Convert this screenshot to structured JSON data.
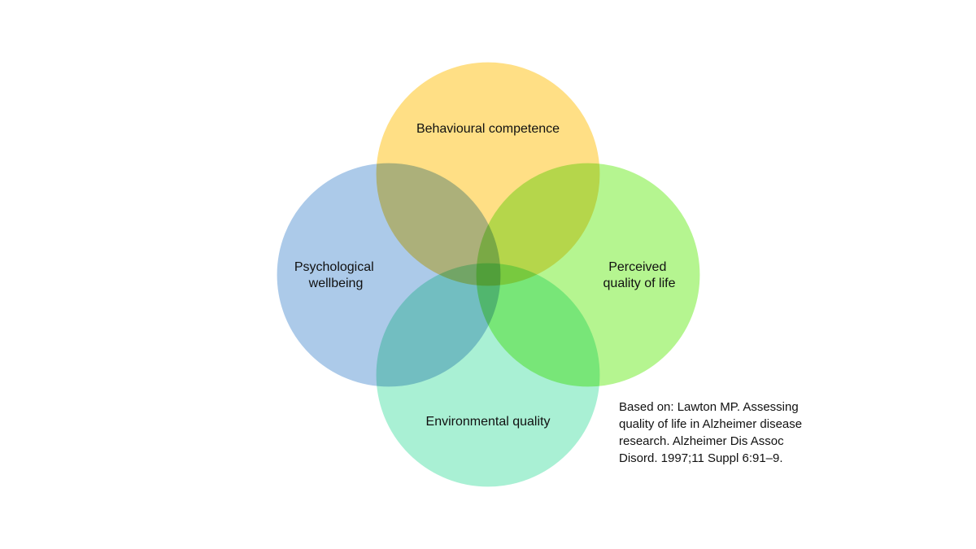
{
  "diagram": {
    "circles": {
      "behavioural": {
        "label": "Behavioural competence",
        "color": "#FFD45C"
      },
      "psychological": {
        "label_lines": [
          "Psychological",
          "wellbeing"
        ],
        "color": "#90B8E2"
      },
      "perceived": {
        "label_lines": [
          "Perceived",
          "quality of life"
        ],
        "color": "#9CF26B"
      },
      "environmental": {
        "label": "Environmental quality",
        "color": "#8CEBC6"
      }
    }
  },
  "citation": {
    "lines": [
      "Based on: Lawton MP. Assessing",
      "quality of life in Alzheimer disease",
      "research. Alzheimer Dis Assoc",
      "Disord. 1997;11 Suppl 6:91–9."
    ]
  }
}
